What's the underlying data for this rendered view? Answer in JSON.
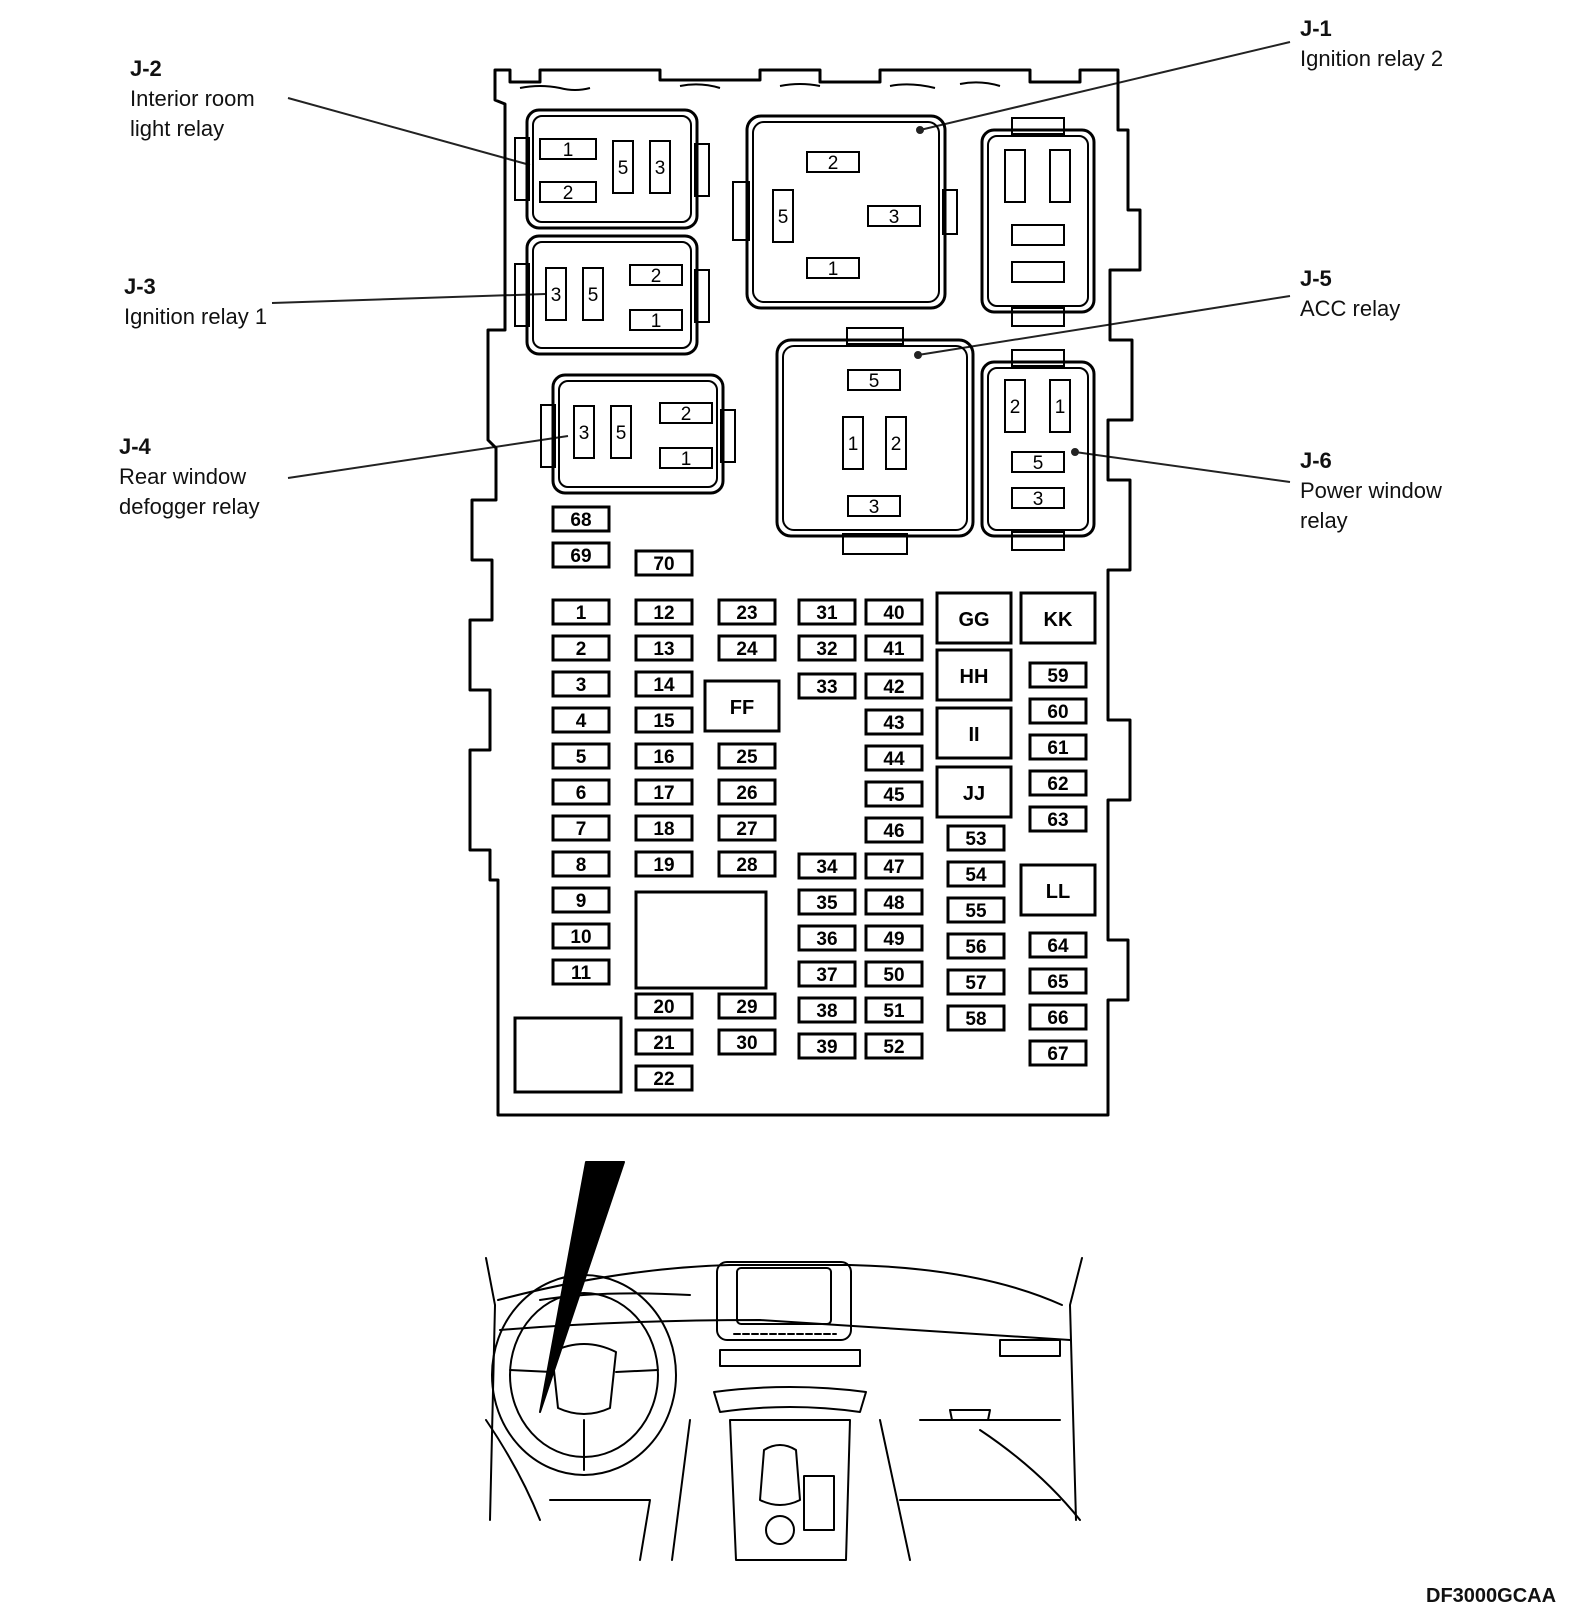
{
  "callouts": [
    {
      "id": "J-1",
      "name": "Ignition relay 2"
    },
    {
      "id": "J-2",
      "name_lines": [
        "Interior room",
        "light relay"
      ]
    },
    {
      "id": "J-3",
      "name": "Ignition relay 1"
    },
    {
      "id": "J-4",
      "name_lines": [
        "Rear window",
        "defogger relay"
      ]
    },
    {
      "id": "J-5",
      "name": "ACC relay"
    },
    {
      "id": "J-6",
      "name_lines": [
        "Power window",
        "relay"
      ]
    }
  ],
  "relays": {
    "j2": {
      "pins": [
        "1",
        "2",
        "5",
        "3"
      ]
    },
    "j3": {
      "pins": [
        "3",
        "5",
        "2",
        "1"
      ]
    },
    "j4": {
      "pins": [
        "3",
        "5",
        "2",
        "1"
      ]
    },
    "j1": {
      "pins": [
        "2",
        "5",
        "3",
        "1"
      ]
    },
    "j5": {
      "pins": [
        "5",
        "1",
        "2",
        "3"
      ]
    },
    "j6": {
      "pins": [
        "2",
        "1",
        "5",
        "3"
      ]
    }
  },
  "fuses": [
    "68",
    "69",
    "70",
    "1",
    "2",
    "3",
    "4",
    "5",
    "6",
    "7",
    "8",
    "9",
    "10",
    "11",
    "12",
    "13",
    "14",
    "15",
    "16",
    "17",
    "18",
    "19",
    "20",
    "21",
    "22",
    "23",
    "24",
    "25",
    "26",
    "27",
    "28",
    "29",
    "30",
    "31",
    "32",
    "33",
    "34",
    "35",
    "36",
    "37",
    "38",
    "39",
    "40",
    "41",
    "42",
    "43",
    "44",
    "45",
    "46",
    "47",
    "48",
    "49",
    "50",
    "51",
    "52",
    "53",
    "54",
    "55",
    "56",
    "57",
    "58",
    "59",
    "60",
    "61",
    "62",
    "63",
    "64",
    "65",
    "66",
    "67"
  ],
  "large_fuses": [
    "FF",
    "GG",
    "KK",
    "HH",
    "II",
    "JJ",
    "LL"
  ],
  "figure_code": "DF3000GCAA"
}
